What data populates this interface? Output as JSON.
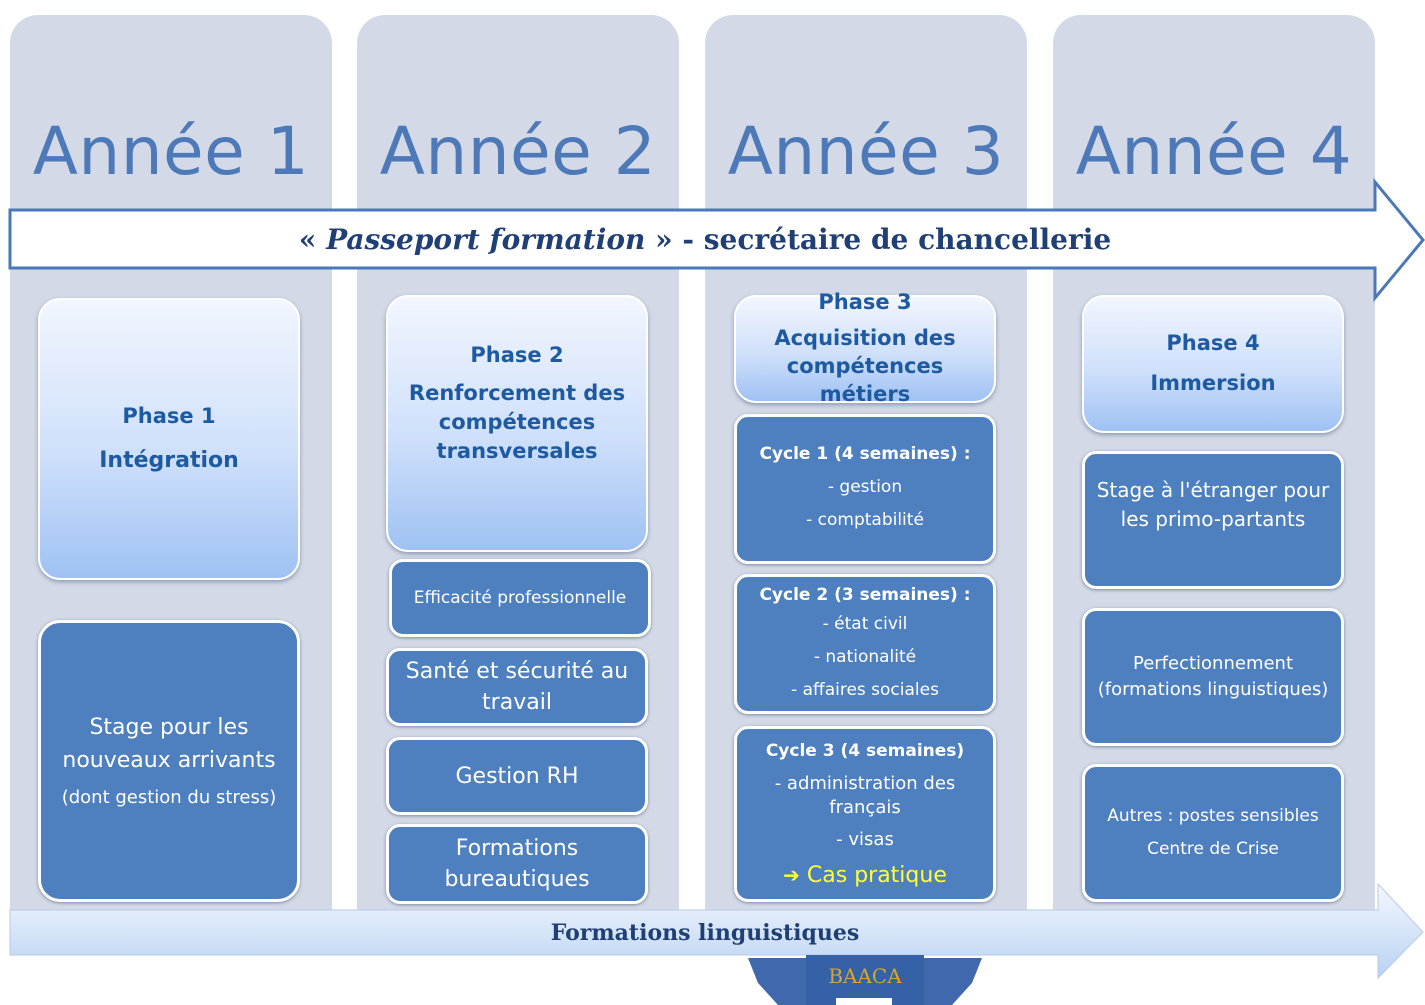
{
  "years": [
    "Année 1",
    "Année 2",
    "Année 3",
    "Année 4"
  ],
  "banner": {
    "open_quote": "« ",
    "italic": "Passeport formation",
    "rest": " » - secrétaire de chancellerie"
  },
  "phases": [
    {
      "title": "Phase 1",
      "subtitle": "Intégration"
    },
    {
      "title": "Phase 2",
      "subtitle": "Renforcement des compétences transversales"
    },
    {
      "title": "Phase 3",
      "subtitle": "Acquisition des compétences métiers"
    },
    {
      "title": "Phase 4",
      "subtitle": "Immersion"
    }
  ],
  "year1": {
    "stage": "Stage pour les nouveaux arrivants",
    "stage_note": "(dont gestion du stress)"
  },
  "year2": {
    "items": [
      "Efficacité professionnelle",
      "Santé et sécurité au travail",
      "Gestion RH",
      "Formations bureautiques"
    ]
  },
  "year3": {
    "cycle1": {
      "title": "Cycle 1 (4 semaines) :",
      "items": [
        "- gestion",
        "- comptabilité"
      ]
    },
    "cycle2": {
      "title": "Cycle 2 (3 semaines) :",
      "items": [
        "- état civil",
        "- nationalité",
        "- affaires sociales"
      ]
    },
    "cycle3": {
      "title": "Cycle 3 (4 semaines)",
      "items": [
        "- administration des français",
        "- visas"
      ],
      "cas": "Cas pratique"
    }
  },
  "year4": {
    "stage": "Stage à l'étranger pour les primo-partants",
    "perf": "Perfectionnement (formations linguistiques)",
    "autres1": "Autres : postes sensibles",
    "autres2": "Centre de Crise"
  },
  "linguistics": "Formations linguistiques",
  "badge": "BAACA",
  "colors": {
    "column_bg": "#d3d9e6",
    "year_text": "#4e79b9",
    "box_fill": "#4e7fbf",
    "phase_text": "#1e5aa1",
    "banner_text": "#1f3f75",
    "cas_pratique": "#ffff33",
    "badge_fill": "#3f68ad",
    "badge_text": "#d4a72c"
  },
  "icons": {
    "cas_arrow": "right-arrow-icon"
  }
}
